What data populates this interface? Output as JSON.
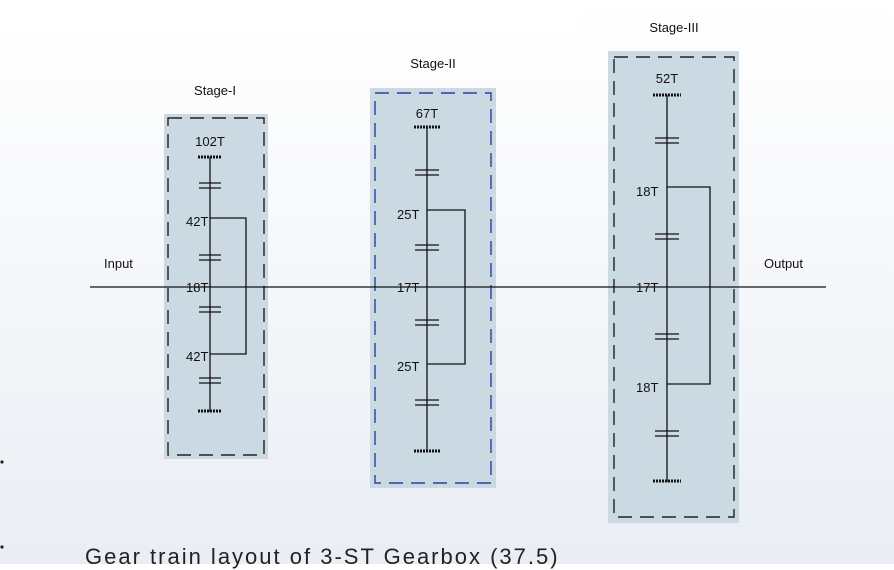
{
  "labels": {
    "input": "Input",
    "output": "Output",
    "caption": "Gear train layout of 3-ST Gearbox (37.5)"
  },
  "stages": [
    {
      "title": "Stage-I",
      "ring": "102T",
      "planet_top": "42T",
      "sun": "18T",
      "planet_bottom": "42T"
    },
    {
      "title": "Stage-II",
      "ring": "67T",
      "planet_top": "25T",
      "sun": "17T",
      "planet_bottom": "25T"
    },
    {
      "title": "Stage-III",
      "ring": "52T",
      "planet_top": "18T",
      "sun": "17T",
      "planet_bottom": "18T"
    }
  ],
  "colors": {
    "stage_fill": "#cbd9e3",
    "stage_dash": "#222222",
    "stage2_dash": "#2b3f9e",
    "line": "#111111"
  }
}
